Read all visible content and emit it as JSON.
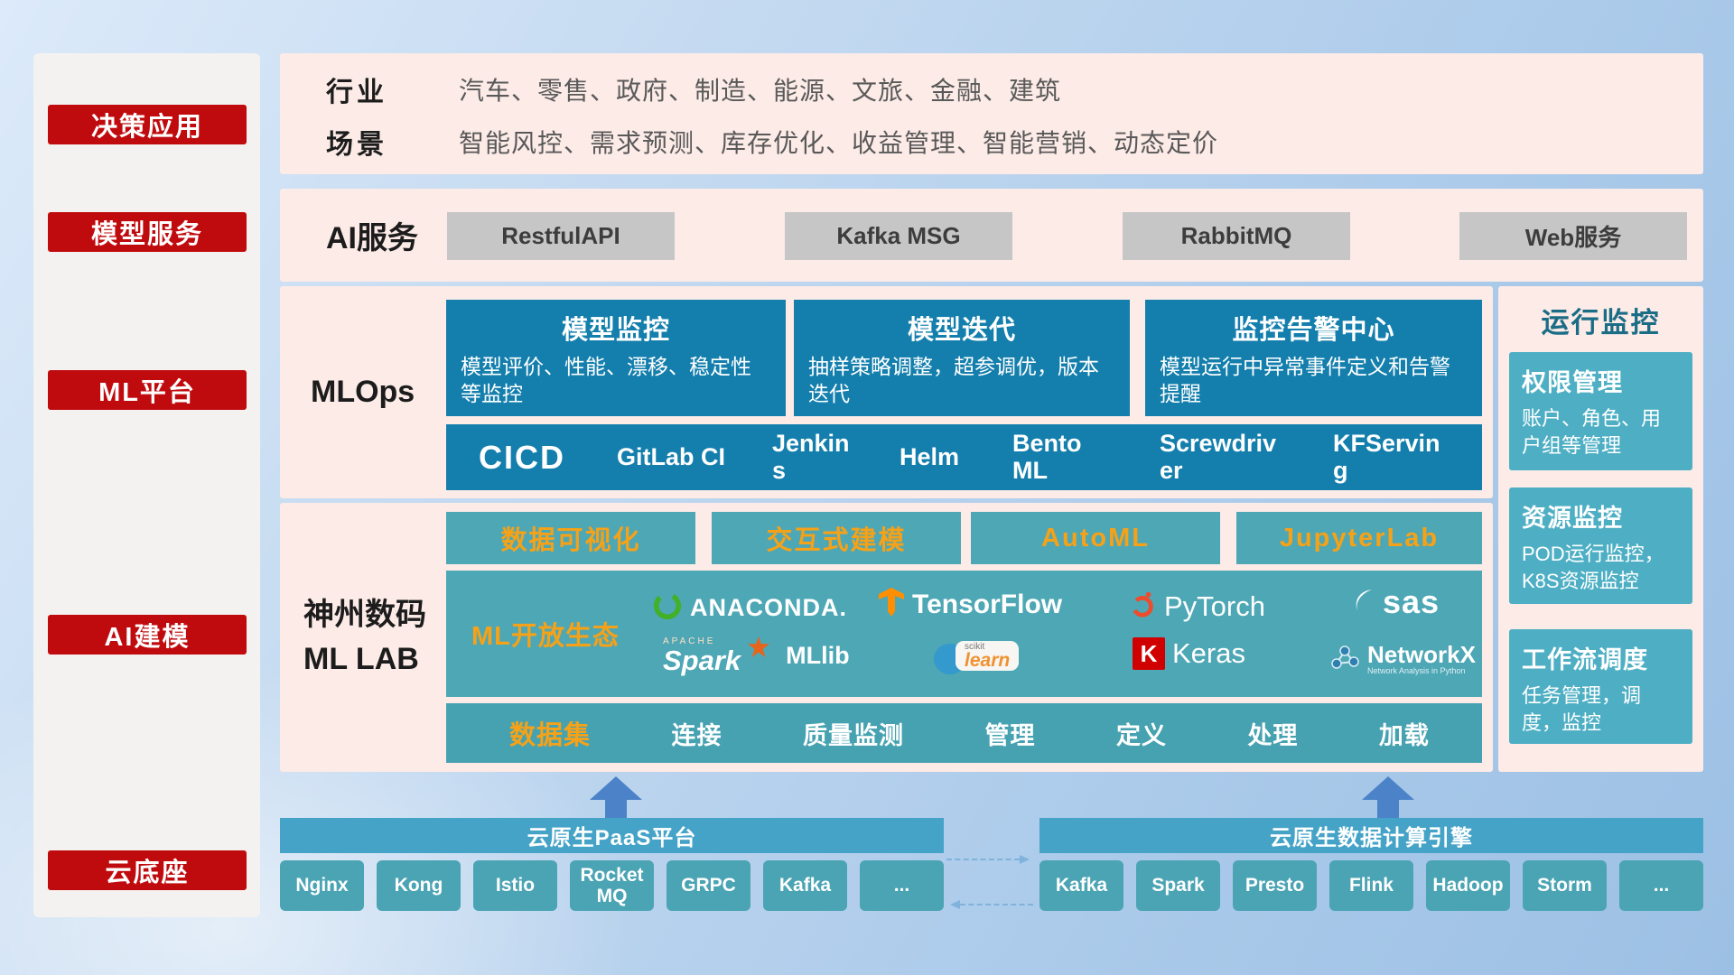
{
  "colors": {
    "accent_red": "#c00b0e",
    "teal_dark": "#147fad",
    "teal_mid": "#4ea7b5",
    "teal_light": "#4eafc4",
    "orange": "#f5a218",
    "panel_pink": "#fcebe7"
  },
  "sidebar": {
    "items": [
      "决策应用",
      "模型服务",
      "ML平台",
      "AI建模",
      "云底座"
    ]
  },
  "industry": {
    "row1_label": "行业",
    "row1_text": "汽车、零售、政府、制造、能源、文旅、金融、建筑",
    "row2_label": "场景",
    "row2_text": "智能风控、需求预测、库存优化、收益管理、智能营销、动态定价"
  },
  "ai_service": {
    "label": "AI服务",
    "items": [
      "RestfulAPI",
      "Kafka MSG",
      "RabbitMQ",
      "Web服务"
    ]
  },
  "mlops": {
    "label": "MLOps",
    "cards": [
      {
        "title": "模型监控",
        "desc": "模型评价、性能、漂移、稳定性等监控"
      },
      {
        "title": "模型迭代",
        "desc": "抽样策略调整，超参调优，版本迭代"
      },
      {
        "title": "监控告警中心",
        "desc": "模型运行中异常事件定义和告警提醒"
      }
    ],
    "cicd": {
      "title": "CICD",
      "items": [
        "GitLab CI",
        "Jenkins",
        "Helm",
        "BentoML",
        "Screwdriver",
        "KFServing"
      ]
    }
  },
  "mllab": {
    "label_line1": "神州数码",
    "label_line2": "ML LAB",
    "top_buttons": [
      "数据可视化",
      "交互式建模",
      "AutoML",
      "JupyterLab"
    ],
    "eco": {
      "label": "ML开放生态",
      "logos": [
        {
          "text": "ANACONDA."
        },
        {
          "text": "TensorFlow"
        },
        {
          "text": "PyTorch"
        },
        {
          "text": "sas"
        },
        {
          "apache": "APACHE",
          "text": "Spark"
        },
        {
          "text": "MLlib"
        },
        {
          "top": "scikit",
          "text": "learn"
        },
        {
          "k": "K",
          "text": "Keras"
        },
        {
          "text": "NetworkX",
          "sub": "Network Analysis in Python"
        }
      ]
    },
    "dataset_row": {
      "items": [
        "数据集",
        "连接",
        "质量监测",
        "管理",
        "定义",
        "处理",
        "加载"
      ]
    }
  },
  "monitor": {
    "title": "运行监控",
    "cards": [
      {
        "title": "权限管理",
        "desc": "账户、角色、用户组等管理"
      },
      {
        "title": "资源监控",
        "desc": "POD运行监控，K8S资源监控"
      },
      {
        "title": "工作流调度",
        "desc": "任务管理，调度，监控"
      }
    ]
  },
  "foundation": {
    "paas": {
      "title": "云原生PaaS平台",
      "items": [
        "Nginx",
        "Kong",
        "Istio",
        "RocketMQ",
        "GRPC",
        "Kafka",
        "..."
      ]
    },
    "data_engine": {
      "title": "云原生数据计算引擎",
      "items": [
        "Kafka",
        "Spark",
        "Presto",
        "Flink",
        "Hadoop",
        "Storm",
        "..."
      ]
    }
  }
}
